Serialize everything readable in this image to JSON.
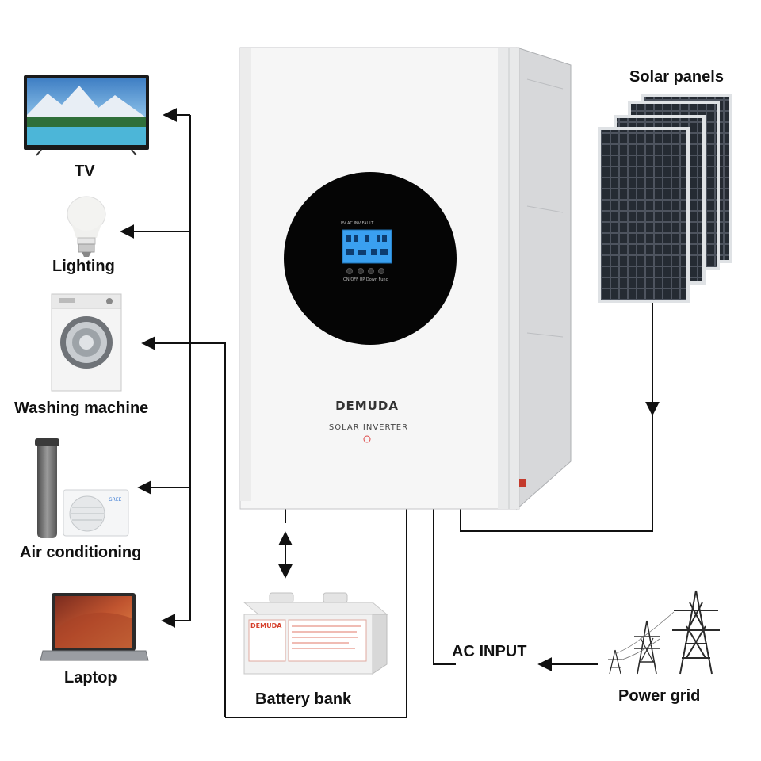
{
  "loads": {
    "tv": "TV",
    "lighting": "Lighting",
    "washing_machine": "Washing machine",
    "air_conditioning": "Air conditioning",
    "laptop": "Laptop"
  },
  "sources": {
    "solar_panels": "Solar panels",
    "power_grid": "Power grid",
    "ac_input": "AC INPUT"
  },
  "storage": {
    "battery_bank": "Battery bank"
  },
  "inverter": {
    "brand": "DEMUDA",
    "model": "SOLAR INVERTER"
  },
  "battery_label": {
    "brand": "DEMUDA"
  },
  "colors": {
    "line": "#111111",
    "screen_blue": "#3aa0f0",
    "inverter_face": "#f6f6f6",
    "panel_cell": "#1d2128"
  }
}
